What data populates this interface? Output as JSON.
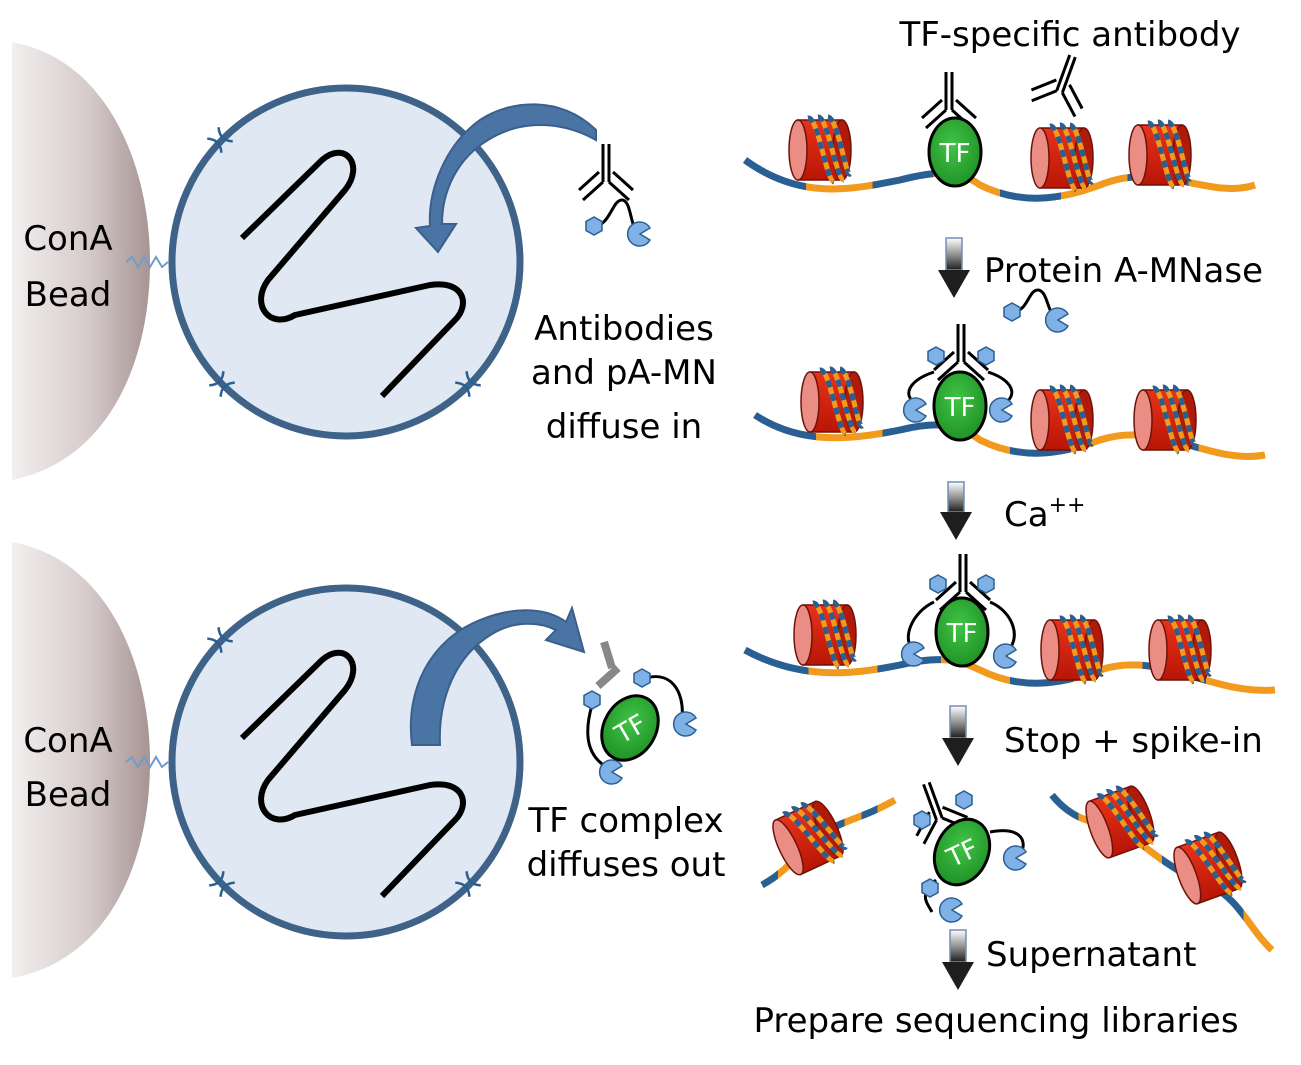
{
  "bead_label": {
    "line1": "ConA",
    "line2": "Bead"
  },
  "top_caption": [
    "Antibodies",
    "and pA-MN",
    "diffuse in"
  ],
  "bottom_caption": [
    "TF complex",
    "diffuses out"
  ],
  "protein_label": "TF",
  "steps": {
    "antibody": "TF-specific antibody",
    "proteinA": "Protein A-MNase",
    "ca_base": "Ca",
    "ca_sup": "++",
    "stop": "Stop + spike-in",
    "supernatant": "Supernatant",
    "final": "Prepare sequencing libraries"
  },
  "colors": {
    "nucleus_fill": "#dfe8f3",
    "nucleus_stroke": "#3f6388",
    "arrow_blue": "#4a74a4",
    "dna_blue": "#2a5f93",
    "dna_orange": "#f29a1e",
    "tf_green": "#2ea836",
    "pa_blue": "#7fb1e6",
    "histone_red": "#d81d0b"
  }
}
